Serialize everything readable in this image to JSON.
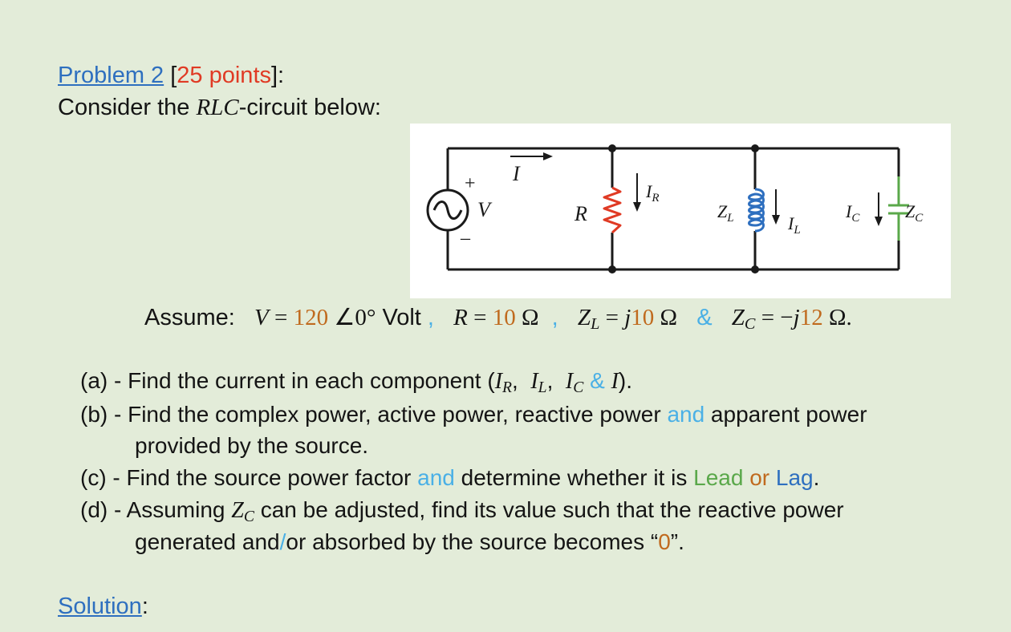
{
  "header": {
    "problem_label": "Problem 2",
    "open_bracket": " [",
    "points": "25 points",
    "close": "]:"
  },
  "intro": {
    "prefix": "Consider the ",
    "math": "RLC",
    "suffix": "-circuit below:"
  },
  "circuit": {
    "labels": {
      "plus": "+",
      "minus": "–",
      "source_V": "V",
      "current_I": "I",
      "resistor_R": "R",
      "current_IR": "I",
      "current_IR_sub": "R",
      "inductor_Z": "Z",
      "inductor_Z_sub": "L",
      "current_IL": "I",
      "current_IL_sub": "L",
      "current_IC": "I",
      "current_IC_sub": "C",
      "capacitor_Z": "Z",
      "capacitor_Z_sub": "C"
    },
    "colors": {
      "wire": "#1a1a1a",
      "resistor": "#e03a24",
      "inductor": "#2e6fbf",
      "capacitor": "#5aa84a"
    }
  },
  "assume": {
    "label": "Assume:",
    "V": "V",
    "eq1": " = ",
    "V_mag": "120",
    "V_angle": " ∠0°",
    "V_unit": " Volt",
    "sep1": " ,",
    "R": "R",
    "eq2": " = ",
    "R_val": "10",
    "R_unit": " Ω",
    "sep2": " ,",
    "ZL": "Z",
    "ZL_sub": "L",
    "eq3": " = ",
    "ZL_j": "j",
    "ZL_val": "10",
    "ZL_unit": " Ω",
    "amp": "&",
    "ZC": "Z",
    "ZC_sub": "C",
    "eq4": " = −",
    "ZC_j": "j",
    "ZC_val": "12",
    "ZC_unit": " Ω."
  },
  "questions": {
    "a": {
      "text": "(a) - Find the current in each component (",
      "IR": "I",
      "IR_sub": "R",
      "IL": "I",
      "IL_sub": "L",
      "IC": "I",
      "IC_sub": "C",
      "amp": "&",
      "I": "I",
      "close": ")."
    },
    "b": {
      "text1": "(b) - Find the complex power, active power, reactive power ",
      "and": "and",
      "text2": " apparent power",
      "cont": "provided by the source."
    },
    "c": {
      "text1": "(c) - Find the source power factor ",
      "and": "and",
      "text2": " determine whether it is ",
      "lead": "Lead",
      "or": " or ",
      "lag": "Lag",
      "end": "."
    },
    "d": {
      "text1": "(d) - Assuming ",
      "Z": "Z",
      "Z_sub": "C",
      "text2": " can be adjusted, find its value such that the reactive power",
      "cont1": "generated and",
      "slash": "/",
      "cont2": "or absorbed by the source becomes “",
      "zero": "0",
      "cont3": "”."
    }
  },
  "solution": {
    "label": "Solution",
    "colon": ":"
  }
}
